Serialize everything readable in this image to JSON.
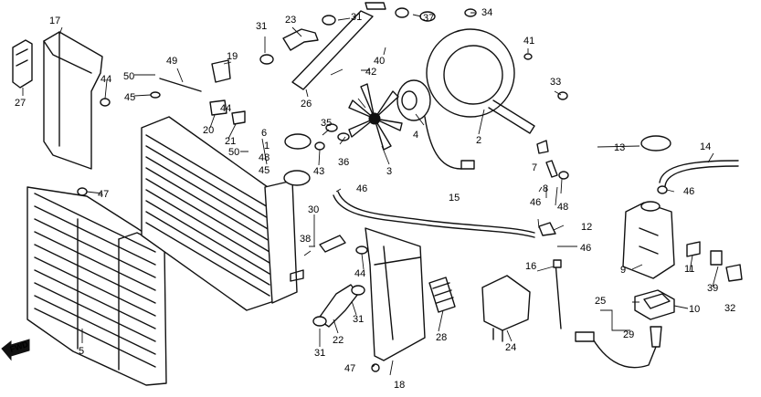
{
  "diagram": {
    "fwd_label": "FWD",
    "callouts": [
      {
        "id": "c1",
        "text": "1"
      },
      {
        "id": "c2",
        "text": "2"
      },
      {
        "id": "c3",
        "text": "3"
      },
      {
        "id": "c4",
        "text": "4"
      },
      {
        "id": "c5",
        "text": "5"
      },
      {
        "id": "c6",
        "text": "6"
      },
      {
        "id": "c7",
        "text": "7"
      },
      {
        "id": "c8",
        "text": "8"
      },
      {
        "id": "c9",
        "text": "9"
      },
      {
        "id": "c10",
        "text": "10"
      },
      {
        "id": "c11",
        "text": "11"
      },
      {
        "id": "c12",
        "text": "12"
      },
      {
        "id": "c13",
        "text": "13"
      },
      {
        "id": "c14",
        "text": "14"
      },
      {
        "id": "c15",
        "text": "15"
      },
      {
        "id": "c16",
        "text": "16"
      },
      {
        "id": "c17",
        "text": "17"
      },
      {
        "id": "c18",
        "text": "18"
      },
      {
        "id": "c19",
        "text": "19"
      },
      {
        "id": "c20",
        "text": "20"
      },
      {
        "id": "c21",
        "text": "21"
      },
      {
        "id": "c22",
        "text": "22"
      },
      {
        "id": "c23",
        "text": "23"
      },
      {
        "id": "c24",
        "text": "24"
      },
      {
        "id": "c25",
        "text": "25"
      },
      {
        "id": "c26",
        "text": "26"
      },
      {
        "id": "c27",
        "text": "27"
      },
      {
        "id": "c28",
        "text": "28"
      },
      {
        "id": "c29",
        "text": "29"
      },
      {
        "id": "c30",
        "text": "30"
      },
      {
        "id": "c31a",
        "text": "31"
      },
      {
        "id": "c31b",
        "text": "31"
      },
      {
        "id": "c31c",
        "text": "31"
      },
      {
        "id": "c31d",
        "text": "31"
      },
      {
        "id": "c32",
        "text": "32"
      },
      {
        "id": "c33",
        "text": "33"
      },
      {
        "id": "c34",
        "text": "34"
      },
      {
        "id": "c35",
        "text": "35"
      },
      {
        "id": "c36",
        "text": "36"
      },
      {
        "id": "c37",
        "text": "37"
      },
      {
        "id": "c38",
        "text": "38"
      },
      {
        "id": "c39",
        "text": "39"
      },
      {
        "id": "c40",
        "text": "40"
      },
      {
        "id": "c41",
        "text": "41"
      },
      {
        "id": "c42",
        "text": "42"
      },
      {
        "id": "c43",
        "text": "43"
      },
      {
        "id": "c44a",
        "text": "44"
      },
      {
        "id": "c44b",
        "text": "44"
      },
      {
        "id": "c44c",
        "text": "44"
      },
      {
        "id": "c45a",
        "text": "45"
      },
      {
        "id": "c45b",
        "text": "45"
      },
      {
        "id": "c46a",
        "text": "46"
      },
      {
        "id": "c46b",
        "text": "46"
      },
      {
        "id": "c46c",
        "text": "46"
      },
      {
        "id": "c46d",
        "text": "46"
      },
      {
        "id": "c47a",
        "text": "47"
      },
      {
        "id": "c47b",
        "text": "47"
      },
      {
        "id": "c48a",
        "text": "48"
      },
      {
        "id": "c48b",
        "text": "48"
      },
      {
        "id": "c49",
        "text": "49"
      },
      {
        "id": "c50a",
        "text": "50"
      },
      {
        "id": "c50b",
        "text": "50"
      }
    ]
  }
}
